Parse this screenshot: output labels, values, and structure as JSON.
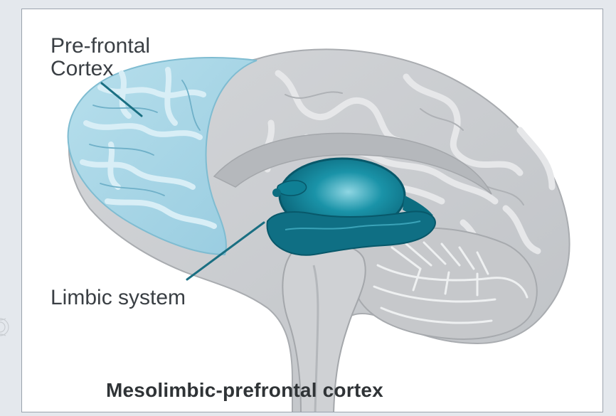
{
  "labels": {
    "prefrontal_line1": "Pre-frontal",
    "prefrontal_line2": "Cortex",
    "limbic": "Limbic system"
  },
  "caption": "Mesolimbic-prefrontal cortex",
  "colors": {
    "brain_gray": "#c9cbce",
    "brain_gray_dark": "#aeb1b5",
    "prefrontal_blue": "#a9d6e6",
    "prefrontal_blue_dark": "#7fc0d8",
    "limbic_teal": "#0f7f94",
    "limbic_teal_dark": "#0a5f72",
    "leader_line": "#1a6f82",
    "text": "#3a3f44"
  }
}
